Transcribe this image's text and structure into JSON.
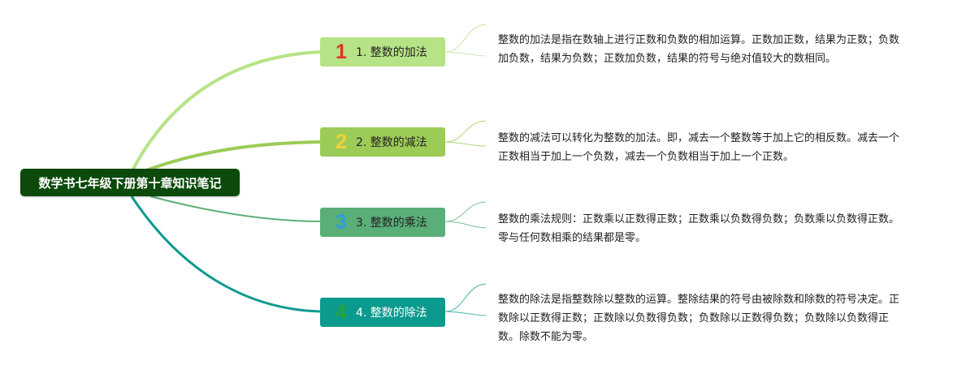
{
  "root": {
    "title": "数学书七年级下册第十章知识笔记",
    "color": "#0b4a0b"
  },
  "branches": [
    {
      "number": "1",
      "label": "1. 整数的加法",
      "color": "#b6e386",
      "number_color": "#e0322b",
      "note": "整数的加法是指在数轴上进行正数和负数的相加运算。正数加正数，结果为正数；负数加负数，结果为负数；正数加负数，结果的符号与绝对值较大的数相同。"
    },
    {
      "number": "2",
      "label": "2. 整数的减法",
      "color": "#9ccb57",
      "number_color": "#f5d23a",
      "note": "整数的减法可以转化为整数的加法。即，减去一个整数等于加上它的相反数。减去一个正数相当于加上一个负数，减去一个负数相当于加上一个正数。"
    },
    {
      "number": "3",
      "label": "3. 整数的乘法",
      "color": "#5aae77",
      "number_color": "#2f9de0",
      "note": "整数的乘法规则：正数乘以正数得正数；正数乘以负数得负数；负数乘以负数得正数。零与任何数相乘的结果都是零。"
    },
    {
      "number": "4",
      "label": "4. 整数的除法",
      "color": "#0b9a8e",
      "number_color": "#27a33a",
      "note": "整数的除法是指整数除以整数的运算。整除结果的符号由被除数和除数的符号决定。正数除以正数得正数；正数除以负数得负数；负数除以正数得负数；负数除以负数得正数。除数不能为零。"
    }
  ]
}
